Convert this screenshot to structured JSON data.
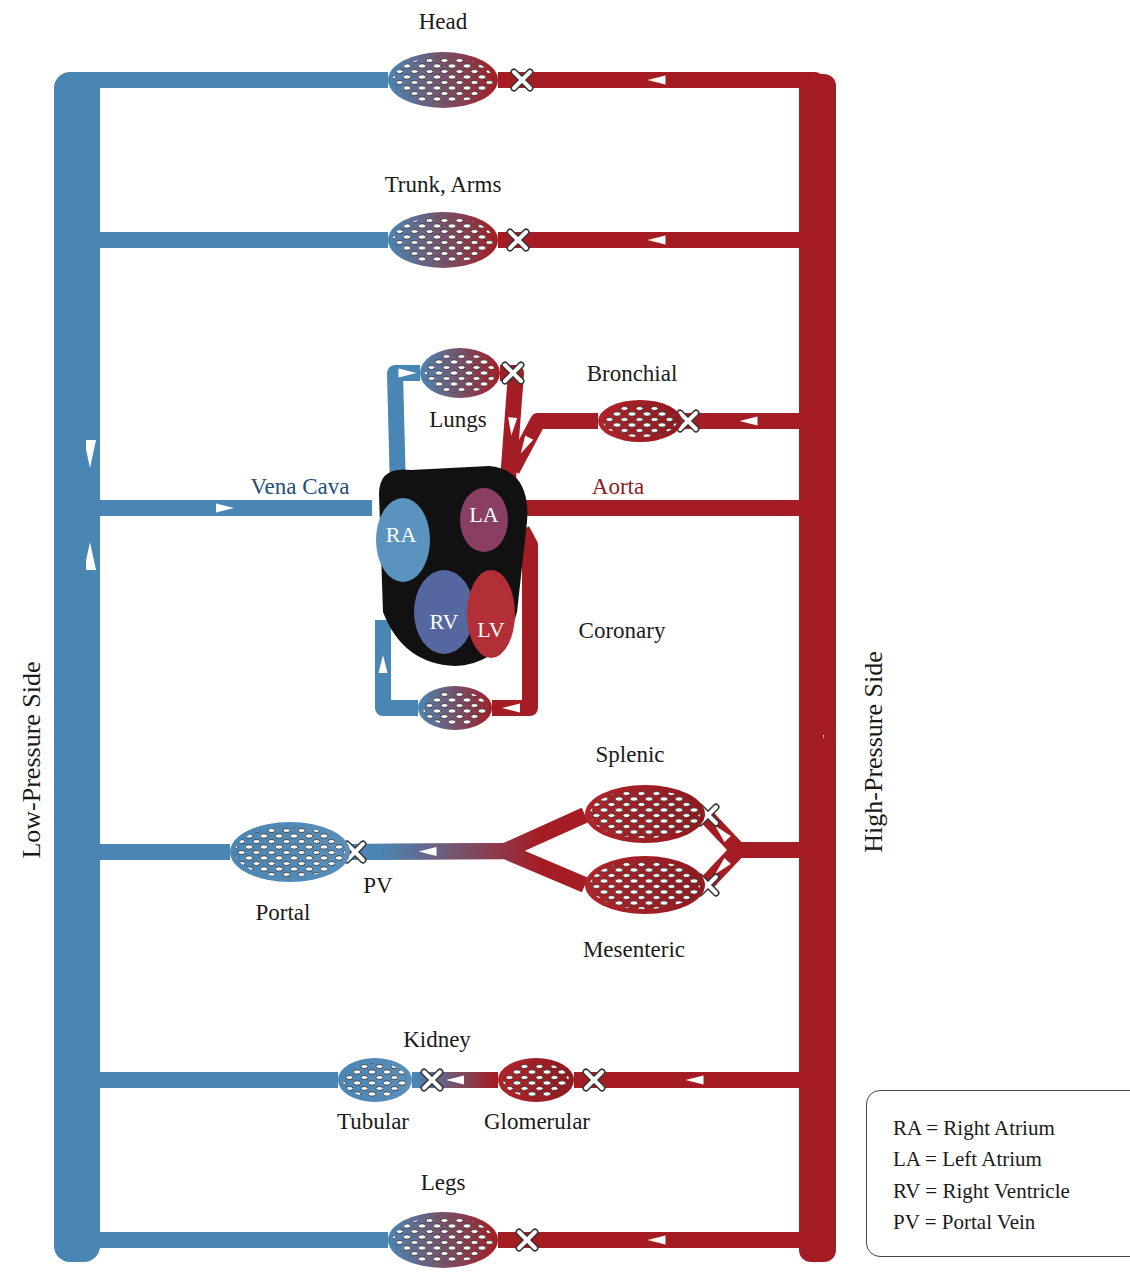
{
  "diagram": {
    "nodes": [
      {
        "text": [
          "Head"
        ]
      },
      {
        "text": [
          "Trunk, Arms"
        ]
      },
      {
        "text": [
          "Lungs"
        ]
      },
      {
        "text": [
          "Bronchial"
        ]
      },
      {
        "text": [
          "RA",
          "LA",
          "RV",
          "LV"
        ]
      },
      {
        "text": [
          "Coronary"
        ]
      },
      {
        "text": [
          "Splenic"
        ]
      },
      {
        "text": [
          "Mesenteric"
        ]
      },
      {
        "text": [
          "Portal"
        ]
      },
      {
        "text": [
          "Tubular"
        ]
      },
      {
        "text": [
          "Glomerular"
        ]
      },
      {
        "text": [
          "Legs"
        ]
      }
    ],
    "edges": [
      {
        "from": 4,
        "to": 0,
        "arrow": "to"
      },
      {
        "from": 4,
        "to": 1,
        "arrow": "to"
      },
      {
        "from": 4,
        "to": 3,
        "arrow": "to"
      },
      {
        "from": 4,
        "to": 6,
        "arrow": "to"
      },
      {
        "from": 4,
        "to": 7,
        "arrow": "to"
      },
      {
        "from": 4,
        "to": 10,
        "arrow": "to"
      },
      {
        "from": 4,
        "to": 11,
        "arrow": "to"
      },
      {
        "from": 4,
        "to": 5,
        "arrow": "to"
      },
      {
        "from": 5,
        "to": 4,
        "arrow": "to"
      },
      {
        "from": 4,
        "to": 2,
        "arrow": "to"
      },
      {
        "from": 2,
        "to": 4,
        "arrow": "to"
      },
      {
        "from": 3,
        "to": 4,
        "arrow": "to"
      },
      {
        "from": 0,
        "to": 4,
        "arrow": "to"
      },
      {
        "from": 1,
        "to": 4,
        "arrow": "to"
      },
      {
        "from": 6,
        "to": 8,
        "arrow": "to"
      },
      {
        "from": 7,
        "to": 8,
        "arrow": "to"
      },
      {
        "from": 8,
        "to": 4,
        "arrow": "to"
      },
      {
        "from": 10,
        "to": 9,
        "arrow": "to"
      },
      {
        "from": 9,
        "to": 4,
        "arrow": "to"
      },
      {
        "from": 11,
        "to": 4,
        "arrow": "to"
      }
    ],
    "labels": [
      "Vena Cava",
      "Aorta",
      "PV",
      "Kidney",
      "Low-Pressure Side",
      "High-Pressure Side",
      "RA = Right Atrium",
      "LA = Left Atrium",
      "RV = Right Ventricle",
      "PV = Portal Vein"
    ]
  }
}
